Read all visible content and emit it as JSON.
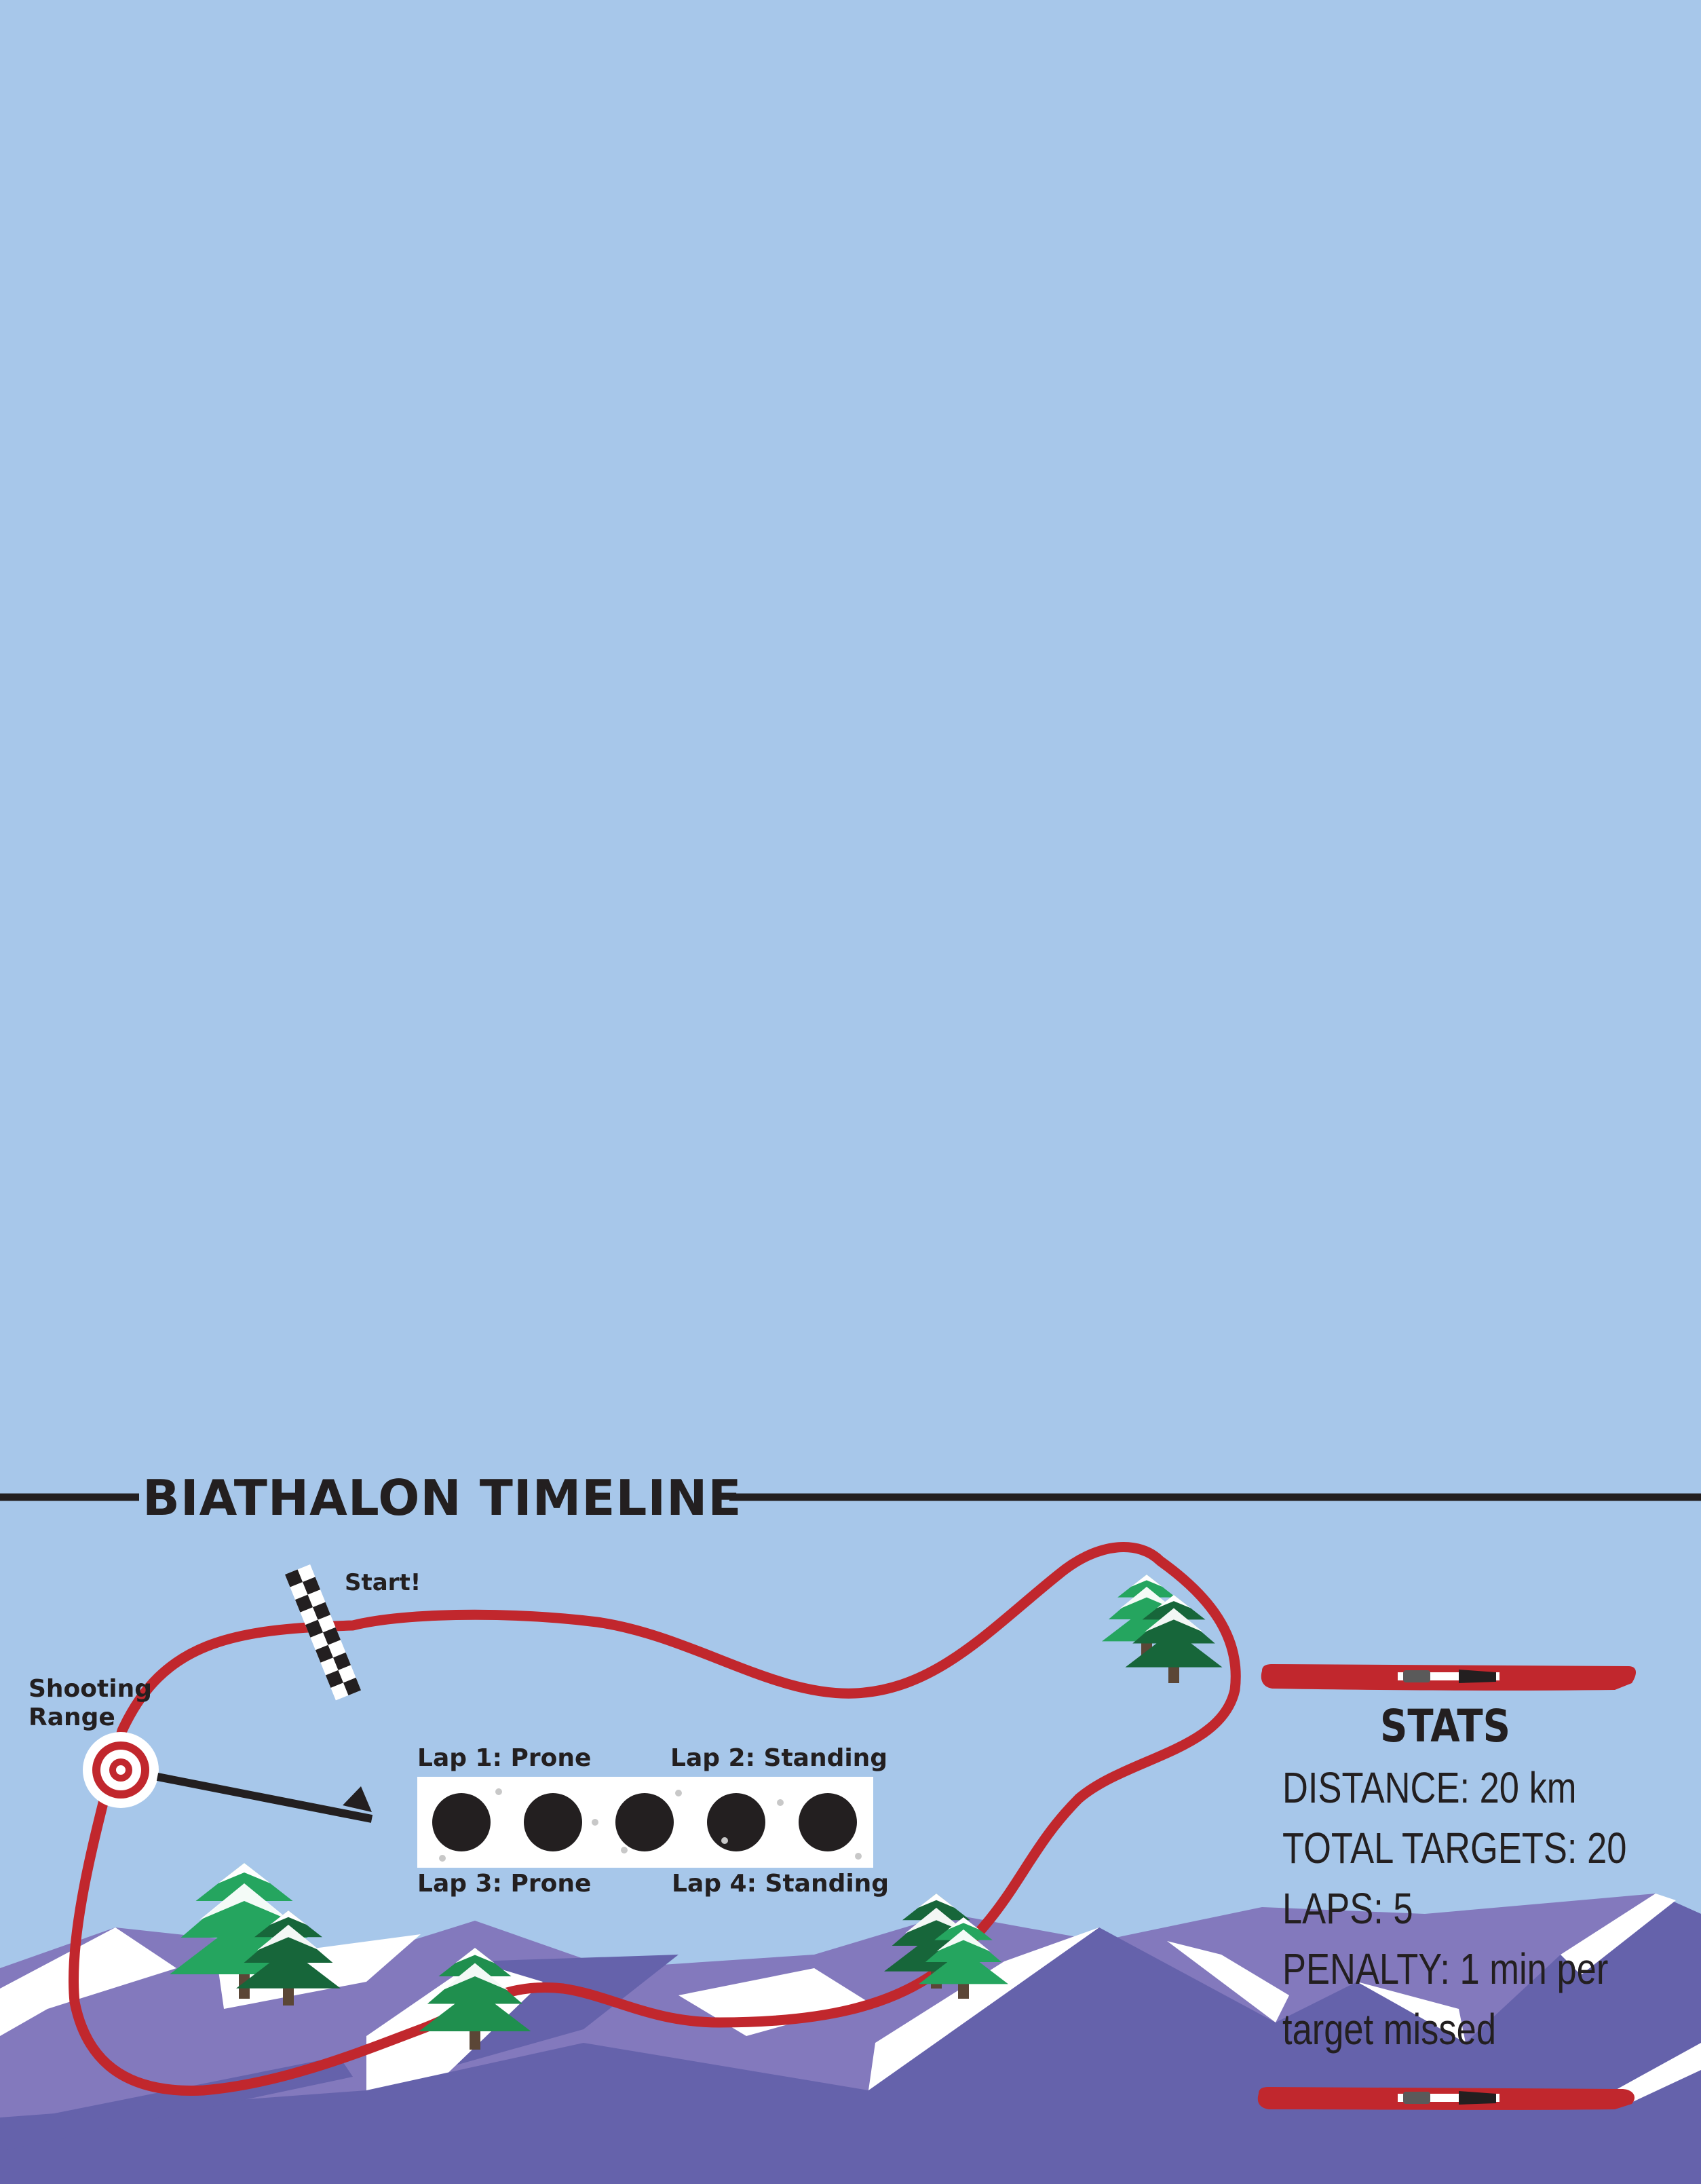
{
  "title": "BIATHALON TIMELINE",
  "labels": {
    "start": "Start!",
    "shooting_range_line1": "Shooting",
    "shooting_range_line2": "Range"
  },
  "laps": {
    "lap1": "Lap 1: Prone",
    "lap2": "Lap 2: Standing",
    "lap3": "Lap 3: Prone",
    "lap4": "Lap 4: Standing"
  },
  "stats": {
    "heading": "STATS",
    "distance": "DISTANCE: 20 km",
    "total_targets": "TOTAL TARGETS: 20",
    "laps": "LAPS: 5",
    "penalty_line1": "PENALTY: 1 min per",
    "penalty_line2": "target missed"
  },
  "colors": {
    "sky": "#a7c7ea",
    "track": "#c1272d",
    "mountain_light": "#8379bd",
    "mountain_dark": "#6562ab",
    "snow": "#ffffff",
    "ink": "#231f20",
    "tree_light": "#25a55f",
    "tree_mid": "#1f8f4e",
    "tree_dark": "#17663a",
    "ski": "#c1272d"
  },
  "icons": {
    "target": "bullseye-icon",
    "start": "checkered-flag-icon",
    "skis": "ski-icon",
    "tree": "pine-tree-icon"
  },
  "targets_count": 5
}
